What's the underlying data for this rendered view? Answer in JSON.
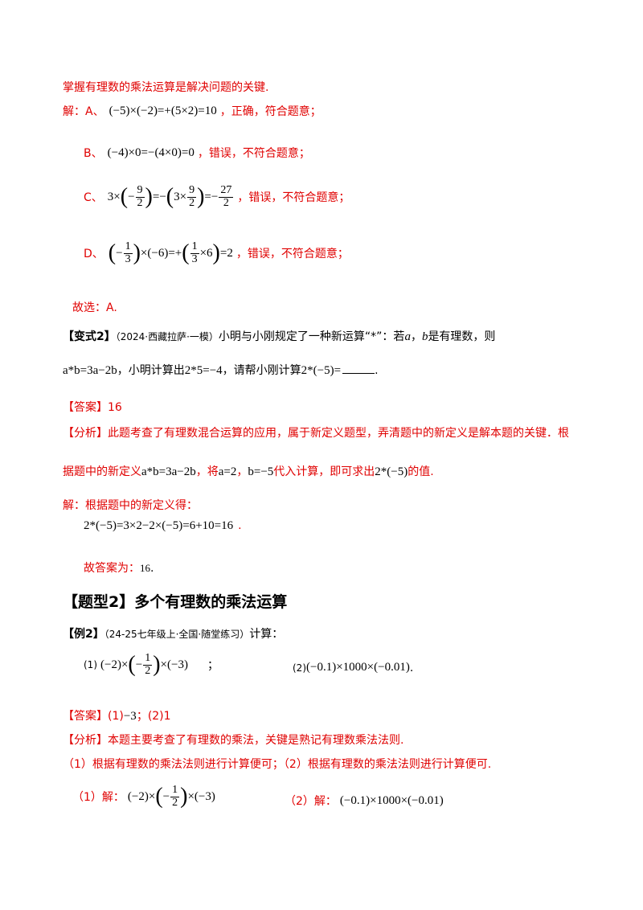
{
  "intro": "掌握有理数的乘法运算是解决问题的关键.",
  "sol_label": "解：A、",
  "opt_a": {
    "math": "(−5)×(−2)=+(5×2)=10",
    "tail": "，正确，符合题意；"
  },
  "opt_b": {
    "label": "B、",
    "math": "(−4)×0=−(4×0)=0",
    "tail": "，错误，不符合题意；"
  },
  "opt_c": {
    "label": "C、",
    "tail": "，错误，不符合题意；"
  },
  "opt_d": {
    "label": "D、",
    "tail": "，错误，不符合题意；"
  },
  "choice": "故选：A.",
  "variant": {
    "label": "【变式2】",
    "source": "（2024·西藏拉萨·一模）",
    "text1": "小明与小刚规定了一种新运算“*”：若",
    "var_a": "a",
    "comma": "，",
    "var_b": "b",
    "text2": "是有理数，则",
    "def": "a*b=3a−2b",
    "text3": "，小明计算出",
    "eq1": "2*5=−4",
    "text4": "，请帮小刚计算",
    "eq2": "2*(−5)=",
    "end": "."
  },
  "answer1": {
    "label": "【答案】",
    "value": "16"
  },
  "analysis1": {
    "label": "【分析】",
    "text": "此题考查了有理数混合运算的应用，属于新定义题型，弄清题中的新定义是解本题的关键．根",
    "line2_a": "据题中的新定义",
    "def": "a*b=3a−2b",
    "line2_b": "，将",
    "eqa": "a=2",
    "sep": "，",
    "eqb": "b=−5",
    "line2_c": "代入计算，即可求出",
    "expr": "2*(−5)",
    "line2_d": "的值."
  },
  "sol1_label": "解：根据题中的新定义得：",
  "sol1_math": "2*(−5)=3×2−2×(−5)=6+10=16",
  "sol1_dot": ".",
  "final1_label": "故答案为：",
  "final1_value": "16",
  "final1_end": ".",
  "heading": "【题型2】多个有理数的乘法运算",
  "example": {
    "label": "【例2】",
    "source": "（24-25七年级上·全国·随堂练习）",
    "text": "计算："
  },
  "q1": {
    "label": "(1)",
    "tail": "；"
  },
  "q2": {
    "label": "(2)",
    "math": "(−0.1)×1000×(−0.01)",
    "tail": "."
  },
  "answer2": {
    "label": "【答案】",
    "v1": "(1)",
    "v1m": "−3",
    "sep": "；",
    "v2": "(2)1"
  },
  "analysis2": {
    "label": "【分析】",
    "text": "本题主要考查了有理数的乘法，关键是熟记有理数乘法法则."
  },
  "steps": "（1）根据有理数的乘法法则进行计算便可；（2）根据有理数的乘法法则进行计算便可.",
  "sol2_1_label": "（1）解：",
  "sol2_2_label": "（2）解：",
  "sol2_2_math": "(−0.1)×1000×(−0.01)"
}
